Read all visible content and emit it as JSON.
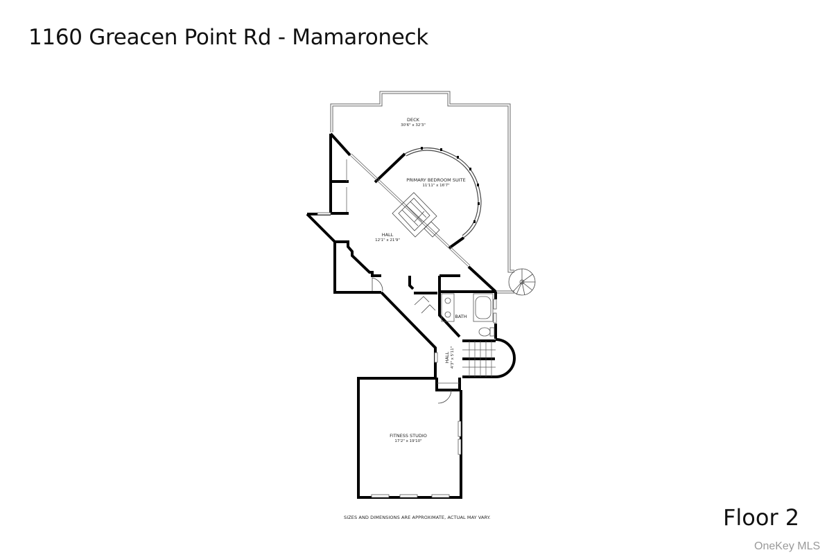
{
  "header": {
    "title": "1160 Greacen Point Rd - Mamaroneck"
  },
  "floor": {
    "label": "Floor 2"
  },
  "rooms": [
    {
      "name": "DECK",
      "dimensions": "30'6\" x 32'3\""
    },
    {
      "name": "PRIMARY BEDROOM SUITE",
      "dimensions": "11'11\" x 16'7\""
    },
    {
      "name": "HALL",
      "dimensions": "12'1\" x 21'9\""
    },
    {
      "name": "BATH",
      "dimensions": ""
    },
    {
      "name": "HALL",
      "dimensions": "4'3\" x 5'11\""
    },
    {
      "name": "FITNESS STUDIO",
      "dimensions": "17'2\" x 19'10\""
    }
  ],
  "footer": {
    "disclaimer": "SIZES AND DIMENSIONS ARE APPROXIMATE, ACTUAL MAY VARY.",
    "watermark": "OneKey MLS"
  },
  "colors": {
    "wall": "#000000",
    "thin_line": "#555555",
    "watermark": "#9a9a9a",
    "background": "#ffffff"
  }
}
